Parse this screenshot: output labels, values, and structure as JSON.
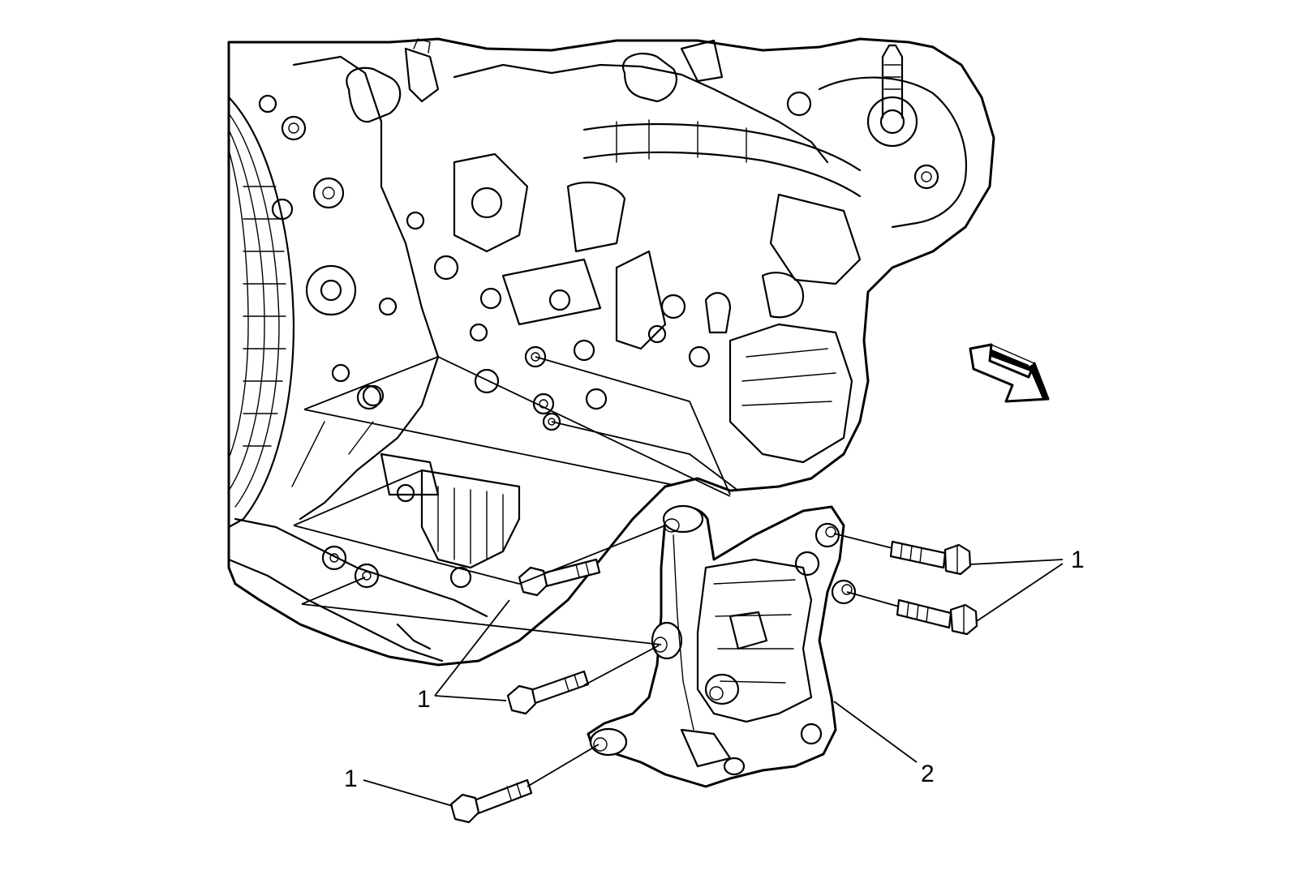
{
  "callouts": {
    "bolt_right_group": "1",
    "bolt_center_group": "1",
    "bolt_lower_left": "1",
    "bracket": "2"
  },
  "colors": {
    "line": "#000000",
    "background": "#ffffff"
  },
  "icons": {
    "view_direction": "view-direction-arrow-icon"
  }
}
